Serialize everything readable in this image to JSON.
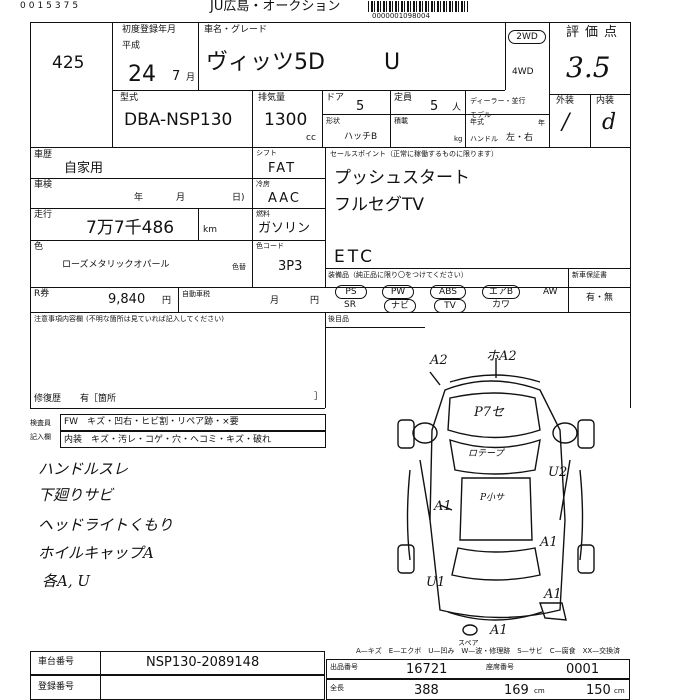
{
  "header": {
    "top_code": "0015375",
    "auction_name": "JU広島・オークション",
    "barcode_number": "0000001098004"
  },
  "lot": {
    "number": "425"
  },
  "registration": {
    "label": "初度登録年月",
    "era": "平成",
    "year": "24",
    "month": "7",
    "month_unit": "月"
  },
  "car_name": {
    "label": "車名・グレード",
    "value": "ヴィッツ5D",
    "grade": "U"
  },
  "drive": {
    "two": "2WD",
    "four": "4WD"
  },
  "score": {
    "label": "評価点",
    "value": "3.5",
    "exterior_label": "外装",
    "interior_label": "内装",
    "exterior_value": "/",
    "interior_value": "d"
  },
  "model": {
    "label": "型式",
    "value": "DBA-NSP130"
  },
  "displacement": {
    "label": "排気量",
    "value": "1300",
    "unit": "cc"
  },
  "doors": {
    "label": "ドア",
    "value": "5"
  },
  "capacity": {
    "label": "定員",
    "value": "5",
    "unit": "人"
  },
  "dealer": {
    "label": "ディーラー・並行"
  },
  "model_year": {
    "label": "モデル年式",
    "unit": "年"
  },
  "shape": {
    "label": "形状",
    "value": "ハッチB"
  },
  "load": {
    "label": "積載",
    "unit": "kg"
  },
  "handle": {
    "label": "ハンドル",
    "value": "左・右"
  },
  "history": {
    "label": "車歴",
    "value": "自家用"
  },
  "shift": {
    "label": "シフト",
    "value": "FAT"
  },
  "inspection": {
    "label": "車検",
    "year": "年",
    "month": "月",
    "day": "日)"
  },
  "ac": {
    "label": "冷房",
    "value": "AAC"
  },
  "mileage": {
    "label": "走行",
    "value": "7万7千486",
    "unit": "km"
  },
  "fuel": {
    "label": "燃料",
    "value": "ガソリン"
  },
  "color": {
    "label": "色",
    "value": "ローズメタリックオパール",
    "paint_label": "色替",
    "code_label": "色コード",
    "code": "3P3"
  },
  "recycle": {
    "label": "R券",
    "value": "9,840",
    "unit": "円",
    "tax_label": "自動車税",
    "month_unit": "月",
    "tax_unit": "円"
  },
  "sales_points": {
    "label": "セールスポイント（正常に稼働するものに限ります）",
    "items": [
      "プッシュスタート",
      "フルセグTV",
      "ETC"
    ]
  },
  "equipment": {
    "label": "装備品（純正品に限り〇をつけてください）",
    "new_car_warranty_label": "新車保証書",
    "warranty_value": "有・無",
    "items_row1": [
      "PS",
      "PW",
      "ABS",
      "エアB",
      "AW"
    ],
    "items_row2": [
      "SR",
      "ナビ",
      "TV",
      "カワ"
    ]
  },
  "notes": {
    "label": "注意事項内容欄",
    "sub": "(不明な箇所は見ていれば記入してください)",
    "repair_label": "修復歴",
    "repair_value": "有［箇所",
    "repair_end": "］"
  },
  "checklist": {
    "label1": "検査員",
    "row1": "FW　キズ・凹右・ヒビ割・リペア跡・×要",
    "label2": "記入欄",
    "row2": "内装　キズ・汚レ・コゲ・穴・ヘコミ・キズ・破れ"
  },
  "handwritten_notes": [
    "ハンドルスレ",
    "下廻りサビ",
    "ヘッドライトくもり",
    "ホイルキャップA",
    "各A, U"
  ],
  "diagram_marks": {
    "top_left": "A2",
    "top_center": "ホA2",
    "hood": "P7セ",
    "grille": "ロテープ",
    "roof": "P小サ",
    "right_door": "U2",
    "left_door": "A1",
    "right_rear": "A1",
    "left_rear": "U1",
    "right_tail": "A1",
    "spare": "スペア",
    "bottom": "A1"
  },
  "legend": {
    "text": "A—キズ　E—エクボ　U—凹み　W—波・修理跡　S—サビ　C—腐食　XX—交換済"
  },
  "footer": {
    "chassis_label": "車台番号",
    "chassis_value": "NSP130-2089148",
    "reg_label": "登録番号",
    "exhibitor_label": "出品番号",
    "exhibitor_value": "16721",
    "seat_label": "座席番号",
    "seat_value": "0001",
    "size_label": "全長",
    "length": "388",
    "height": "169",
    "height_unit": "cm",
    "width": "150",
    "width_unit": "cm"
  }
}
